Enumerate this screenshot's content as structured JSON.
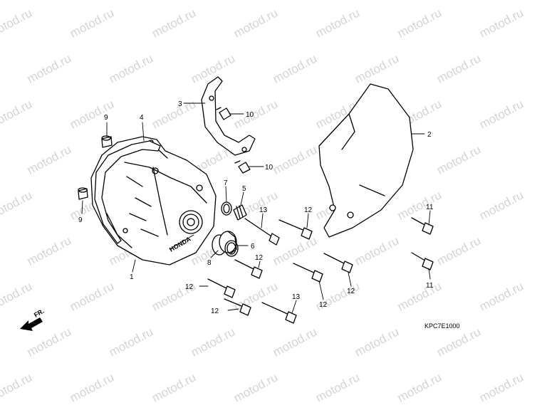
{
  "watermark": "motod.ru",
  "diagram_code": "KPC7E1000",
  "front_label": "FR.",
  "cover_brand": "HONDA",
  "part_labels": {
    "p1": "1",
    "p2": "2",
    "p3": "3",
    "p4": "4",
    "p5": "5",
    "p6": "6",
    "p7": "7",
    "p8": "8",
    "p9a": "9",
    "p9b": "9",
    "p10a": "10",
    "p10b": "10",
    "p11a": "11",
    "p11b": "11",
    "p12a": "12",
    "p12b": "12",
    "p12c": "12",
    "p12d": "12",
    "p12e": "12",
    "p12f": "12",
    "p13a": "13",
    "p13b": "13"
  }
}
